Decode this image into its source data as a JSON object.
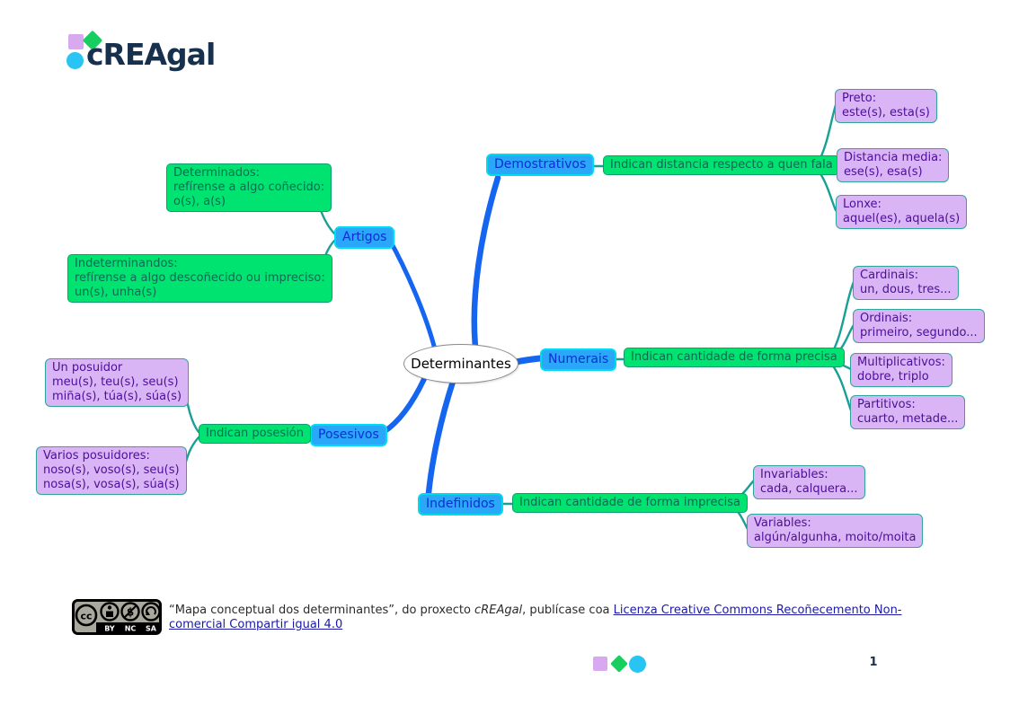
{
  "logo": {
    "text": "cREAgal"
  },
  "map": {
    "root": "Determinantes",
    "blue_nodes": {
      "demostrativos": "Demostrativos",
      "artigos": "Artigos",
      "numerais": "Numerais",
      "posesivos": "Posesivos",
      "indefinidos": "Indefinidos"
    },
    "green_nodes": {
      "demostrativos_desc": "Indican distancia respecto a quen fala",
      "determinados": "Determinados:\nrefírense a algo coñecido:\no(s), a(s)",
      "indeterminandos": "Indeterminandos:\nrefírense a algo descoñecido ou impreciso:\nun(s), unha(s)",
      "numerais_desc": "Indican cantidade de forma precisa",
      "posesivos_desc": "Indican posesión",
      "indefinidos_desc": "Indican cantidade de forma imprecisa"
    },
    "purple_nodes": {
      "preto": "Preto:\neste(s), esta(s)",
      "distancia_media": "Distancia media:\nese(s), esa(s)",
      "lonxe": "Lonxe:\naquel(es), aquela(s)",
      "cardinais": "Cardinais:\nun, dous, tres...",
      "ordinais": "Ordinais:\nprimeiro, segundo...",
      "multiplicativos": "Multiplicativos:\ndobre, triplo",
      "partitivos": "Partitivos:\ncuarto, metade...",
      "un_posuidor": "Un posuidor\nmeu(s), teu(s), seu(s)\nmiña(s), túa(s), súa(s)",
      "varios_posuidores": "Varios posuidores:\nnoso(s), voso(s), seu(s)\nnosa(s), vosa(s), súa(s)",
      "invariables": "Invariables:\ncada, calquera...",
      "variables": "Variables:\nalgún/algunha, moito/moita"
    }
  },
  "footer": {
    "badge": {
      "cc": "CC",
      "by": "BY",
      "nc": "NC",
      "sa": "SA"
    },
    "text_prefix": "“Mapa conceptual dos determinantes”, do proxecto ",
    "text_project": "cREAgal",
    "text_mid": ", publícase coa ",
    "link_line1": "Licenza Creative Commons Recoñecemento Non-",
    "link_line2": "comercial Compartir igual 4.0",
    "page_number": "1"
  },
  "colors": {
    "blue_node_fill": "#2aa7f8",
    "blue_node_border": "#00dbee",
    "blue_node_text": "#0a2fd4",
    "green_node_fill": "#00e370",
    "green_node_border": "#0f9e6e",
    "green_node_text": "#0c6b52",
    "purple_node_fill": "#d9b5f5",
    "purple_node_border": "#2fa69b",
    "purple_node_text": "#4d0e99",
    "blue_connector": "#1565f0",
    "teal_connector": "#17a095",
    "logo_navy": "#16304e",
    "link_blue": "#1a1aa6"
  }
}
